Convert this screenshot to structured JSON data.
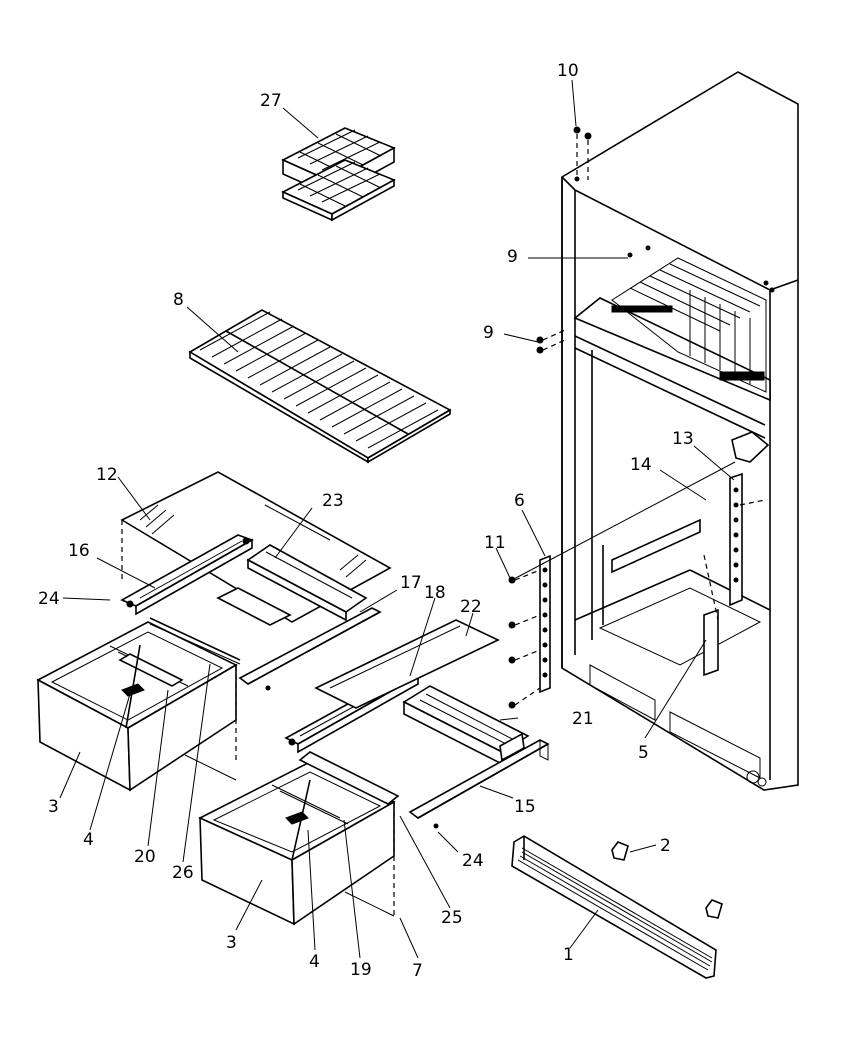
{
  "diagram": {
    "callouts": [
      {
        "id": "c1",
        "text": "1"
      },
      {
        "id": "c2",
        "text": "2"
      },
      {
        "id": "c3a",
        "text": "3"
      },
      {
        "id": "c3b",
        "text": "3"
      },
      {
        "id": "c4a",
        "text": "4"
      },
      {
        "id": "c4b",
        "text": "4"
      },
      {
        "id": "c5",
        "text": "5"
      },
      {
        "id": "c6",
        "text": "6"
      },
      {
        "id": "c7",
        "text": "7"
      },
      {
        "id": "c8",
        "text": "8"
      },
      {
        "id": "c9a",
        "text": "9"
      },
      {
        "id": "c9b",
        "text": "9"
      },
      {
        "id": "c10",
        "text": "10"
      },
      {
        "id": "c11",
        "text": "11"
      },
      {
        "id": "c12",
        "text": "12"
      },
      {
        "id": "c13",
        "text": "13"
      },
      {
        "id": "c14",
        "text": "14"
      },
      {
        "id": "c15",
        "text": "15"
      },
      {
        "id": "c16",
        "text": "16"
      },
      {
        "id": "c17",
        "text": "17"
      },
      {
        "id": "c18",
        "text": "18"
      },
      {
        "id": "c19",
        "text": "19"
      },
      {
        "id": "c20",
        "text": "20"
      },
      {
        "id": "c21",
        "text": "21"
      },
      {
        "id": "c22",
        "text": "22"
      },
      {
        "id": "c23",
        "text": "23"
      },
      {
        "id": "c24a",
        "text": "24"
      },
      {
        "id": "c24b",
        "text": "24"
      },
      {
        "id": "c25",
        "text": "25"
      },
      {
        "id": "c26",
        "text": "26"
      },
      {
        "id": "c27",
        "text": "27"
      }
    ]
  }
}
